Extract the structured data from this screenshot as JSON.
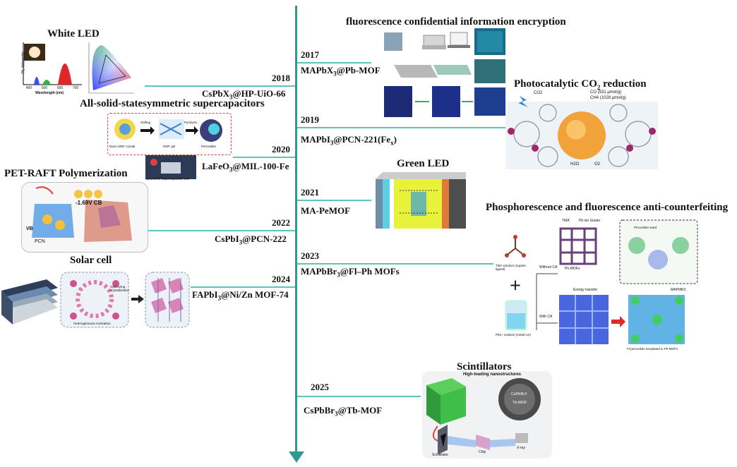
{
  "timeline": {
    "entries": [
      {
        "year": "2017",
        "material": "MAPbX",
        "sub": "3",
        "rest": "@Pb-MOF"
      },
      {
        "year": "2018",
        "material": "CsPbX",
        "sub": "3",
        "rest": "@HP-UiO-66"
      },
      {
        "year": "2019",
        "material": "MAPbI",
        "sub": "3",
        "rest": "@PCN-221(Fe",
        "sub2": "x",
        "rest2": ")"
      },
      {
        "year": "2020",
        "material": "LaFeO",
        "sub": "3",
        "rest": "@MIL-100-Fe"
      },
      {
        "year": "2021",
        "material": "MA-PeMOF"
      },
      {
        "year": "2022",
        "material": "CsPbI",
        "sub": "3",
        "rest": "@PCN-222"
      },
      {
        "year": "2023",
        "material": "MAPbBr",
        "sub": "3",
        "rest": "@Fl–Ph MOFs"
      },
      {
        "year": "2024",
        "material": "FAPbI",
        "sub": "3",
        "rest": "@Ni/Zn MOF-74"
      },
      {
        "year": "2025",
        "material": "CsPbBr",
        "sub": "3",
        "rest": "@Tb-MOF"
      }
    ]
  },
  "applications": {
    "white_led": "White LED",
    "encryption": "fluorescence confidential information encryption",
    "co2": "Photocatalytic CO",
    "co2_sub": "2",
    "co2_rest": " reduction",
    "supercap": "All-solid-statesymmetric supercapacitors",
    "pet_raft": "PET-RAFT Polymerization",
    "green_led": "Green LED",
    "phos": "Phosphorescence and fluorescence anti-counterfeiting",
    "solar": "Solar cell",
    "scint": "Scintillators"
  },
  "panel_text": {
    "led_ylabel": "PL Intensity",
    "led_xlabel": "Wavelength (nm)",
    "led_ticks": [
      "400",
      "500",
      "600",
      "700"
    ],
    "co2_label1": "CO (531 μmol/g)",
    "co2_label2": "CH4 (1028 μmol/g)",
    "co2_in": "CO2",
    "co2_h2o": "H2O",
    "co2_o2": "O2",
    "supercap_cap1": "Nano MOF crystal",
    "supercap_cap2": "MOF gel",
    "supercap_cap3": "Perovskite",
    "supercap_arrow1": "Gelling",
    "supercap_arrow2": "Pyrolysis",
    "supercap_cell": "Symmetric Supercapacitor Cell",
    "pet_cb": "-1.69V  CB",
    "pet_pcn": "PCN",
    "pet_vb": "VB",
    "phos_tma": "TMA",
    "phos_cluster": "Pb ion cluster",
    "phos_phmof": "Ph-MOFs",
    "phos_without": "Without CA",
    "phos_with": "With CA",
    "phos_energy": "Energy transfer",
    "phos_mapbbr": "MAPbBr3",
    "phos_tma_sol": "TMA solution (organic ligand)",
    "phos_pb_sol": "Pb2+ solution (metal ion)",
    "phos_perov": "Perovskite seed",
    "phos_fl": "Fl-perovskite templated in Ph-MOFs",
    "solar_cryst": "Optimizing crystallization",
    "solar_nuc": "Heterogeneous nucleation",
    "scint_title": "High-loading nanostructures",
    "scint_cspbbr": "CsPbBr3",
    "scint_tbmof": "Tb-MOF",
    "scint_scint": "Scintillator",
    "scint_chip": "Chip",
    "scint_xray": "X-ray"
  },
  "colors": {
    "axis": "#2e9b93",
    "branch": "#5fc2bb"
  }
}
